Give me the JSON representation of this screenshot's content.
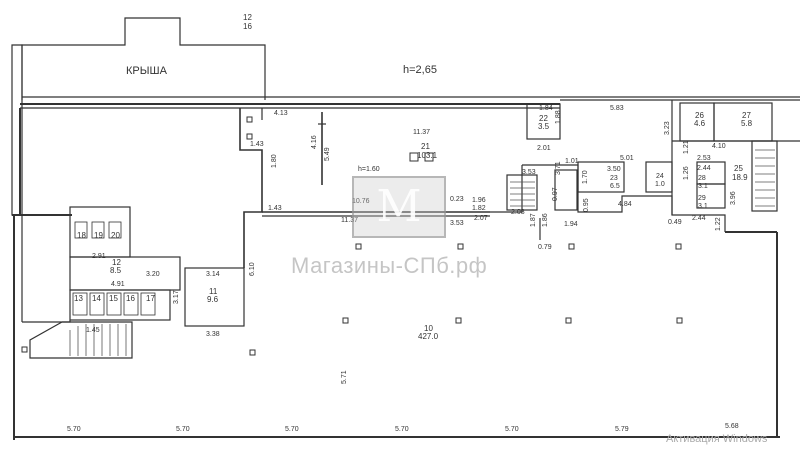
{
  "roof": {
    "label": "КРЫША",
    "height_label": "h=2,65",
    "room_num": "12",
    "room_area": "16"
  },
  "rooms": {
    "r21": {
      "num": "21",
      "area": "103.1"
    },
    "r10": {
      "num": "10",
      "area": "427.0"
    },
    "r11": {
      "num": "11",
      "area": "9.6"
    },
    "r12": {
      "num": "12",
      "area": "8.5"
    },
    "r22": {
      "num": "22",
      "area": "3.5"
    },
    "r23": {
      "num": "23",
      "area": "6.5"
    },
    "r24": {
      "num": "24",
      "area": "1.0"
    },
    "r25": {
      "num": "25",
      "area": "18.9"
    },
    "r26": {
      "num": "26",
      "area": "4.6"
    },
    "r27": {
      "num": "27",
      "area": "5.8"
    },
    "r28": {
      "num": "28",
      "area": "3.1"
    },
    "r29": {
      "num": "29",
      "area": "3.1"
    },
    "wc": [
      "13",
      "14",
      "15",
      "16",
      "17",
      "18",
      "19",
      "20"
    ]
  },
  "dimensions": {
    "d413": "4.13",
    "d416": "4.16",
    "d549": "5.49",
    "d1137a": "11.37",
    "d1137b": "11.37",
    "d143a": "1.43",
    "d143b": "1.43",
    "d180": "1.80",
    "d1076": "10.76",
    "d023": "0.23",
    "d353a": "3.53",
    "d353b": "3.53",
    "d196": "1.96",
    "d182": "1.82",
    "d207": "2.07",
    "d208": "2.08",
    "d184": "1.84",
    "d188": "1.88",
    "d201": "2.01",
    "d583": "5.83",
    "d323": "3.23",
    "d121": "1.21",
    "d410": "4.10",
    "d253": "2.53",
    "d501": "5.01",
    "d101": "1.01",
    "d350": "3.50",
    "d371": "3.71",
    "d170": "1.70",
    "d097": "0.97",
    "d187": "1.87",
    "d186": "1.86",
    "d079": "0.79",
    "d194": "1.94",
    "d484": "4.84",
    "d049": "0.49",
    "d244a": "2.44",
    "d244b": "2.44",
    "d122": "1.22",
    "d396": "3.96",
    "d126": "1.26",
    "d291": "2.91",
    "d491": "4.91",
    "d320": "3.20",
    "d314": "3.14",
    "d317": "3.17",
    "d610": "6.10",
    "d338": "3.38",
    "d145": "1.45",
    "d571": "5.71",
    "d570a": "5.70",
    "d570b": "5.70",
    "d570c": "5.70",
    "d570d": "5.70",
    "d570e": "5.70",
    "d579": "5.79",
    "d568": "5.68",
    "d095": "0.95",
    "h160": "h=1.60"
  },
  "watermark": {
    "logo_letter": "М",
    "text": "Магазины-СПб.рф"
  },
  "os_notice": "Активация Windows"
}
